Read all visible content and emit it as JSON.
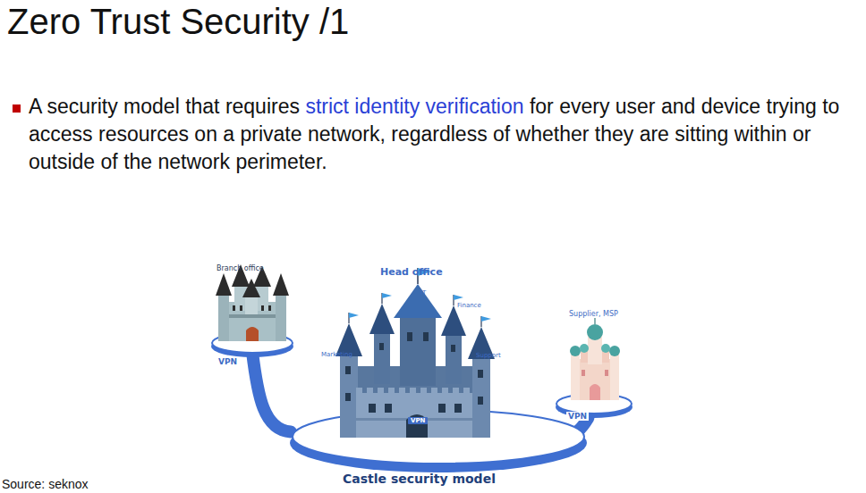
{
  "diagram": {
    "title": "Zero Trust Security /1",
    "caption": "Castle security model",
    "nodes": [
      {
        "text": [
          "Branch office"
        ]
      },
      {
        "text": [
          "Head office",
          "IT",
          "Finance",
          "Marketing",
          "Support",
          "VPN"
        ]
      },
      {
        "text": [
          "Supplier, MSP"
        ]
      }
    ],
    "edges": [
      {
        "from": 0,
        "to": 1,
        "label": "VPN",
        "arrow": "none"
      },
      {
        "from": 1,
        "to": 2,
        "label": "VPN",
        "arrow": "none"
      }
    ],
    "labels": [
      "A security model that requires",
      "strict identity verification",
      "for every user and device trying to access resources on a private network, regardless of whether they are sitting within or outside of the network perimeter.",
      "Source: seknox"
    ]
  }
}
